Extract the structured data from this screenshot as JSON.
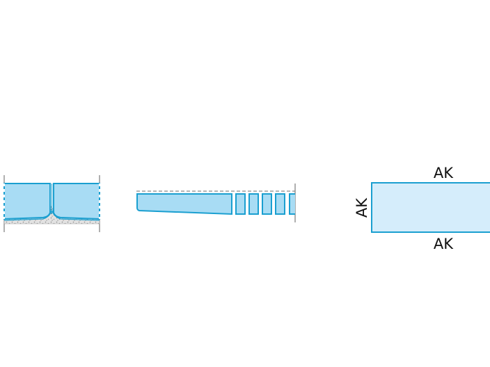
{
  "colors": {
    "outline": "#1a9fd0",
    "fill_strong": "#a8dcf4",
    "fill_light": "#d5edfb",
    "dimension_gray": "#7a7a7a",
    "label": "#111111"
  },
  "panel_right": {
    "edge_label_top": "AK",
    "edge_label_bottom": "AK",
    "edge_label_left": "AK"
  }
}
